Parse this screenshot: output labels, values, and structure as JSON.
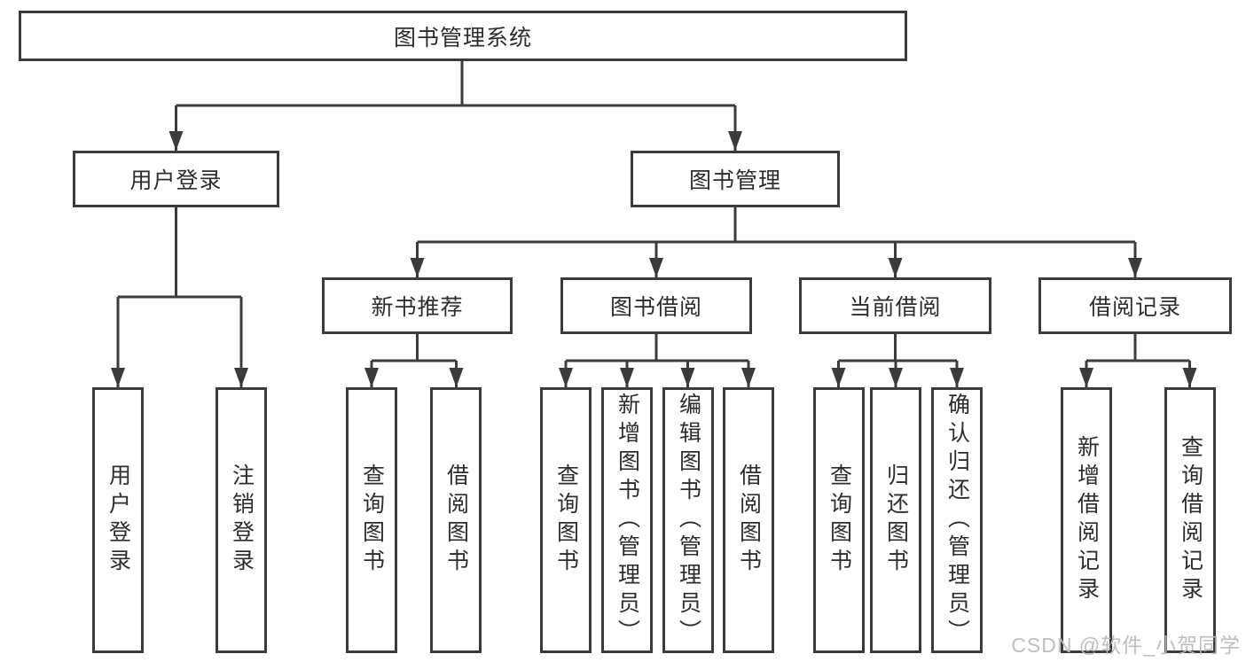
{
  "tree": {
    "root": {
      "label": "图书管理系统"
    },
    "branches": [
      {
        "label": "用户登录",
        "children": [
          {
            "label": "用户登录"
          },
          {
            "label": "注销登录"
          }
        ]
      },
      {
        "label": "图书管理",
        "children": [
          {
            "label": "新书推荐",
            "children": [
              {
                "label": "查询图书"
              },
              {
                "label": "借阅图书"
              }
            ]
          },
          {
            "label": "图书借阅",
            "children": [
              {
                "label": "查询图书"
              },
              {
                "label": "新增图书（管理员）"
              },
              {
                "label": "编辑图书（管理员）"
              },
              {
                "label": "借阅图书"
              }
            ]
          },
          {
            "label": "当前借阅",
            "children": [
              {
                "label": "查询图书"
              },
              {
                "label": "归还图书"
              },
              {
                "label": "确认归还（管理员）"
              }
            ]
          },
          {
            "label": "借阅记录",
            "children": [
              {
                "label": "新增借阅记录"
              },
              {
                "label": "查询借阅记录"
              }
            ]
          }
        ]
      }
    ]
  },
  "watermark": {
    "text": "CSDN @软件_小贺同学"
  },
  "colors": {
    "line": "#3b3b3b",
    "box_border": "#3b3b3b",
    "box_fill": "#ffffff",
    "text": "#2d2d2d",
    "watermark": "#bababa",
    "background": "#ffffff"
  }
}
